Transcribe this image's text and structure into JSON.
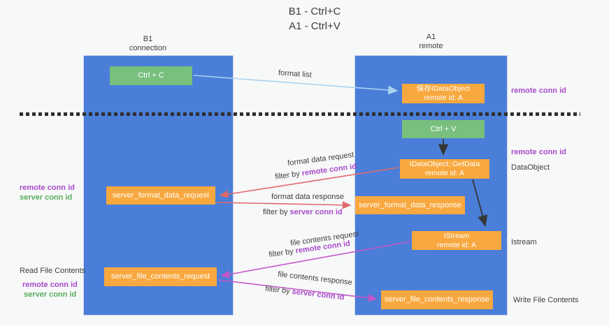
{
  "title": {
    "line1": "B1 - Ctrl+C",
    "line2": "A1 - Ctrl+V"
  },
  "lanes": {
    "b1": {
      "name": "B1",
      "subtitle": "connection"
    },
    "a1": {
      "name": "A1",
      "subtitle": "remote"
    }
  },
  "nodes": {
    "ctrl_c": {
      "label": "Ctrl + C"
    },
    "save_idataobject": {
      "line1": "保存IDataObject",
      "line2": "remote id: A"
    },
    "ctrl_v": {
      "label": "Ctrl + V"
    },
    "getdata": {
      "line1": "IDataObject::GetData",
      "line2": "remote id: A"
    },
    "istream": {
      "line1": "IStream",
      "line2": "remote id: A"
    },
    "server_format_data_request": {
      "label": "server_format_data_request"
    },
    "server_format_data_response": {
      "label": "server_format_data_response"
    },
    "server_file_contents_request": {
      "label": "server_file_contents_request"
    },
    "server_file_contents_response": {
      "label": "server_file_contents_response"
    }
  },
  "arrows": {
    "format_list": {
      "label": "format list"
    },
    "format_data_request": {
      "label": "format data request",
      "filter_prefix": "filter by ",
      "filter_key": "remote conn id"
    },
    "format_data_response": {
      "label": "format data response",
      "filter_prefix": "filter by ",
      "filter_key": "server conn id"
    },
    "file_contents_request": {
      "label": "file contents request",
      "filter_prefix": "filter by ",
      "filter_key": "remote conn id"
    },
    "file_contents_response": {
      "label": "file contents response",
      "filter_prefix": "filter by ",
      "filter_key": "server conn id"
    }
  },
  "side_labels": {
    "left_format": {
      "remote": "remote conn id",
      "server": "server conn id"
    },
    "left_file": {
      "title": "Read File Contents",
      "remote": "remote conn id",
      "server": "server conn id"
    },
    "right_top_remote": "remote conn id",
    "right_mid_remote": "remote conn id",
    "right_dataobject": "DataObject",
    "right_istream": "Istream",
    "right_write": "Write File Contents"
  },
  "colors": {
    "lane_blue": "#4a7ed8",
    "box_green": "#79bf7e",
    "box_orange": "#f8a83e",
    "arrow_red": "#e0696b",
    "arrow_magenta": "#c457c8",
    "arrow_lightblue": "#a9d4f1",
    "arrow_black": "#363636",
    "text_purple": "#a74bc9",
    "text_green": "#58ad5c",
    "text_dark": "#3d3d3d",
    "bg": "#f7f8f8"
  }
}
